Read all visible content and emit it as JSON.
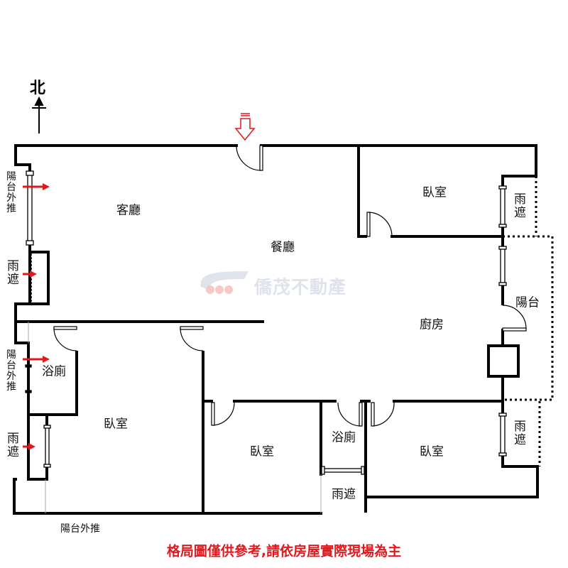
{
  "compass": {
    "label": "北"
  },
  "rooms": {
    "living": "客廳",
    "dining": "餐廳",
    "kitchen": "廚房",
    "bedroom_top_right": "臥室",
    "bedroom_left": "臥室",
    "bedroom_middle": "臥室",
    "bedroom_bottom_right": "臥室",
    "bath_left": "浴廁",
    "bath_middle": "浴廁",
    "balcony_right": "陽台",
    "canopy_left_upper": "雨遮",
    "canopy_left_lower": "雨遮",
    "canopy_top_right": "雨遮",
    "canopy_bottom_right": "雨遮",
    "canopy_middle": "雨遮",
    "balcony_ext_upper": "陽台外推",
    "balcony_ext_lower": "陽台外推",
    "balcony_ext_bottom": "陽台外推"
  },
  "watermark": {
    "text": "僑茂不動產"
  },
  "caption": "格局圖僅供參考,請依房屋實際現場為主",
  "colors": {
    "wall": "#000000",
    "accent_red": "#e0191e",
    "watermark_blue": "#dfe3ec",
    "watermark_red": "#f6c9c6"
  }
}
